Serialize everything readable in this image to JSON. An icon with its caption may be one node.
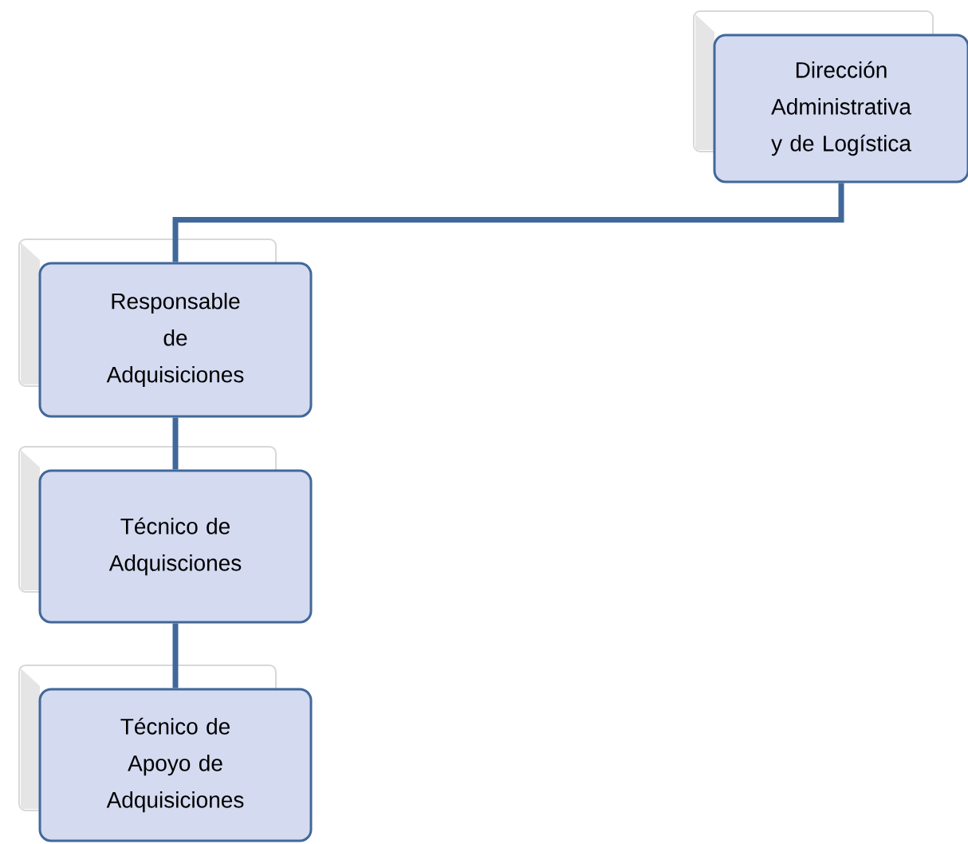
{
  "diagram": {
    "nodes": [
      {
        "text": [
          "Dirección Administrativa y de Logística"
        ]
      },
      {
        "text": [
          "Responsable de Adquisiciones"
        ]
      },
      {
        "text": [
          "Técnico de Adquisciones"
        ]
      },
      {
        "text": [
          "Técnico de Apoyo de Adquisiciones"
        ]
      }
    ],
    "edges": [
      {
        "from": 0,
        "to": 1,
        "arrow": "none"
      },
      {
        "from": 1,
        "to": 2,
        "arrow": "none"
      },
      {
        "from": 2,
        "to": 3,
        "arrow": "none"
      }
    ]
  }
}
